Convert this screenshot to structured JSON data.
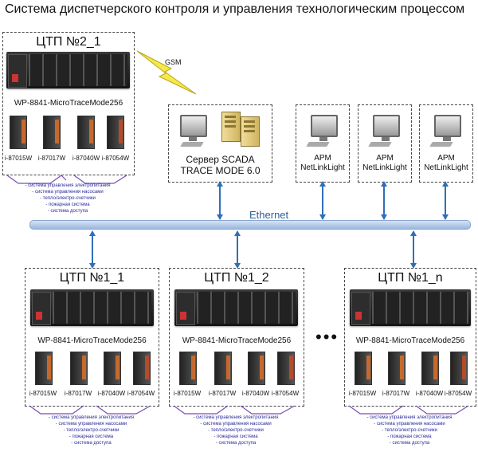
{
  "title": "Система диспетчерского контроля и управления технологическим процессом",
  "gsm_label": "GSM",
  "ethernet_label": "Ethernet",
  "ellipsis": "•••",
  "plc_model": "WP-8841-MicroTraceMode256",
  "systems": [
    "- система управления электропитания",
    "- система управления насосами",
    "- тепло/электро-счетчики",
    "- пожарная система",
    "- система доступа"
  ],
  "stations": {
    "tp2_1": {
      "title": "ЦТП №2_1",
      "modules": [
        "i-87015W",
        "i-87017W",
        "i-87040W",
        "i-87054W"
      ]
    },
    "tp1_1": {
      "title": "ЦТП №1_1",
      "modules": [
        "i-87015W",
        "i-87017W",
        "i-87040W",
        "i-87054W"
      ]
    },
    "tp1_2": {
      "title": "ЦТП №1_2",
      "modules": [
        "i-87015W",
        "i-87017W",
        "i-87040W",
        "i-87054W"
      ]
    },
    "tp1_n": {
      "title": "ЦТП №1_n",
      "modules": [
        "i-87015W",
        "i-87017W",
        "i-87040W",
        "i-87054W"
      ]
    }
  },
  "server": {
    "line1": "Сервер SCADA",
    "line2": "TRACE MODE 6.0"
  },
  "workstations": [
    {
      "line1": "АРМ",
      "line2": "NetLinkLight"
    },
    {
      "line1": "АРМ",
      "line2": "NetLinkLight"
    },
    {
      "line1": "АРМ",
      "line2": "NetLinkLight"
    }
  ]
}
